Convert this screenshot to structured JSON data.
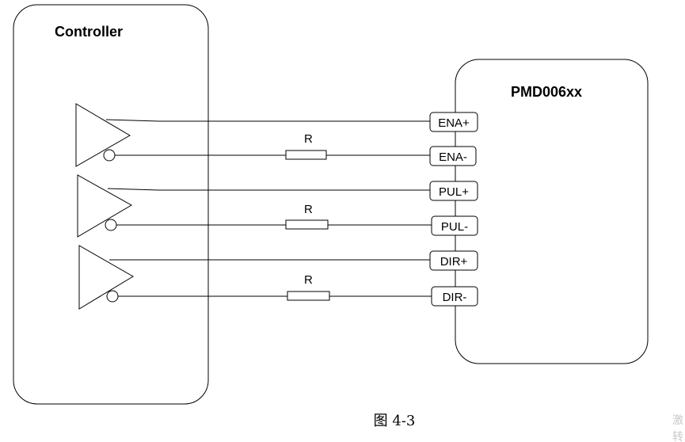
{
  "controller": {
    "label": "Controller"
  },
  "driver": {
    "label": "PMD006xx"
  },
  "terminals": [
    {
      "label": "ENA+"
    },
    {
      "label": "ENA-"
    },
    {
      "label": "PUL+"
    },
    {
      "label": "PUL-"
    },
    {
      "label": "DIR+"
    },
    {
      "label": "DIR-"
    }
  ],
  "resistors": [
    {
      "label": "R"
    },
    {
      "label": "R"
    },
    {
      "label": "R"
    }
  ],
  "caption": "图 4-3",
  "edge_text": [
    "激",
    "转"
  ]
}
